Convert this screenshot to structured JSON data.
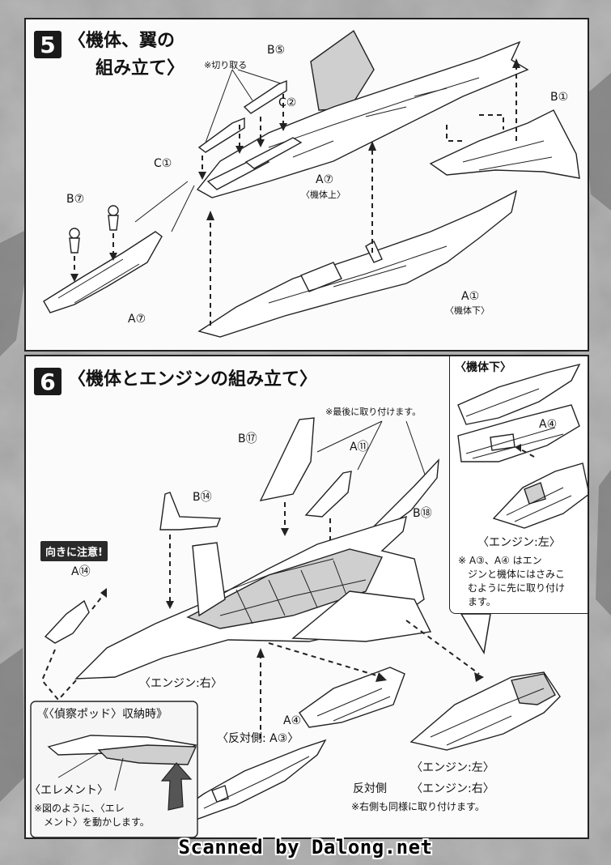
{
  "step5": {
    "number": "5",
    "title_line1": "〈機体、翼の",
    "title_line2": "組み立て〉",
    "note_cut": "※切り取る",
    "labels": {
      "b5": "B⑤",
      "c2": "C②",
      "c1": "C①",
      "b1": "B①",
      "a7_top": "A⑦",
      "a7_top_sub": "〈機体上〉",
      "b7": "B⑦",
      "a7_detail": "A⑦",
      "a1": "A①",
      "a1_sub": "〈機体下〉"
    }
  },
  "step6": {
    "number": "6",
    "title": "〈機体とエンジンの組み立て〉",
    "note_last": "※最後に取り付けます。",
    "labels": {
      "b17": "B⑰",
      "a11": "A⑪",
      "b14": "B⑭",
      "b18": "B⑱",
      "a14": "A⑭",
      "engine_right": "〈エンジン:右〉",
      "a4": "A④",
      "opposite": "〈反対側: A③〉",
      "engine_left": "〈エンジン:左〉",
      "opposite_side": "反対側",
      "engine_right_2": "〈エンジン:右〉",
      "same_note": "※右側も同様に取り付けます。"
    },
    "badge": "向きに注意!",
    "recon": {
      "title": "《〈偵察ポッド〉収納時》",
      "element": "〈エレメント〉",
      "note_line1": "※図のように、〈エレ",
      "note_line2": "メント〉を動かします。"
    },
    "callout": {
      "title": "〈機体下〉",
      "a4": "A④",
      "engine_left": "〈エンジン:左〉",
      "note_line1": "※ A③、A④ はエン",
      "note_line2": "ジンと機体にはさみこ",
      "note_line3": "むように先に取り付け",
      "note_line4": "ます。"
    }
  },
  "credit": "Scanned by Dalong.net"
}
